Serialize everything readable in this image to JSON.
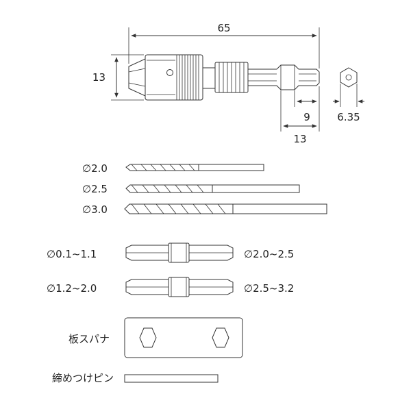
{
  "dimensions": {
    "overall_length": "65",
    "chuck_diameter": "13",
    "hex_tip_length": "9",
    "hex_shank_length": "13",
    "hex_width": "6.35"
  },
  "drill_bits": [
    {
      "label": "∅2.0"
    },
    {
      "label": "∅2.5"
    },
    {
      "label": "∅3.0"
    }
  ],
  "collets": [
    {
      "left_label": "∅0.1~1.1",
      "right_label": "∅2.0~2.5"
    },
    {
      "left_label": "∅1.2~2.0",
      "right_label": "∅2.5~3.2"
    }
  ],
  "accessories": {
    "plate_wrench": "板スパナ",
    "tightening_pin": "締めつけピン"
  }
}
